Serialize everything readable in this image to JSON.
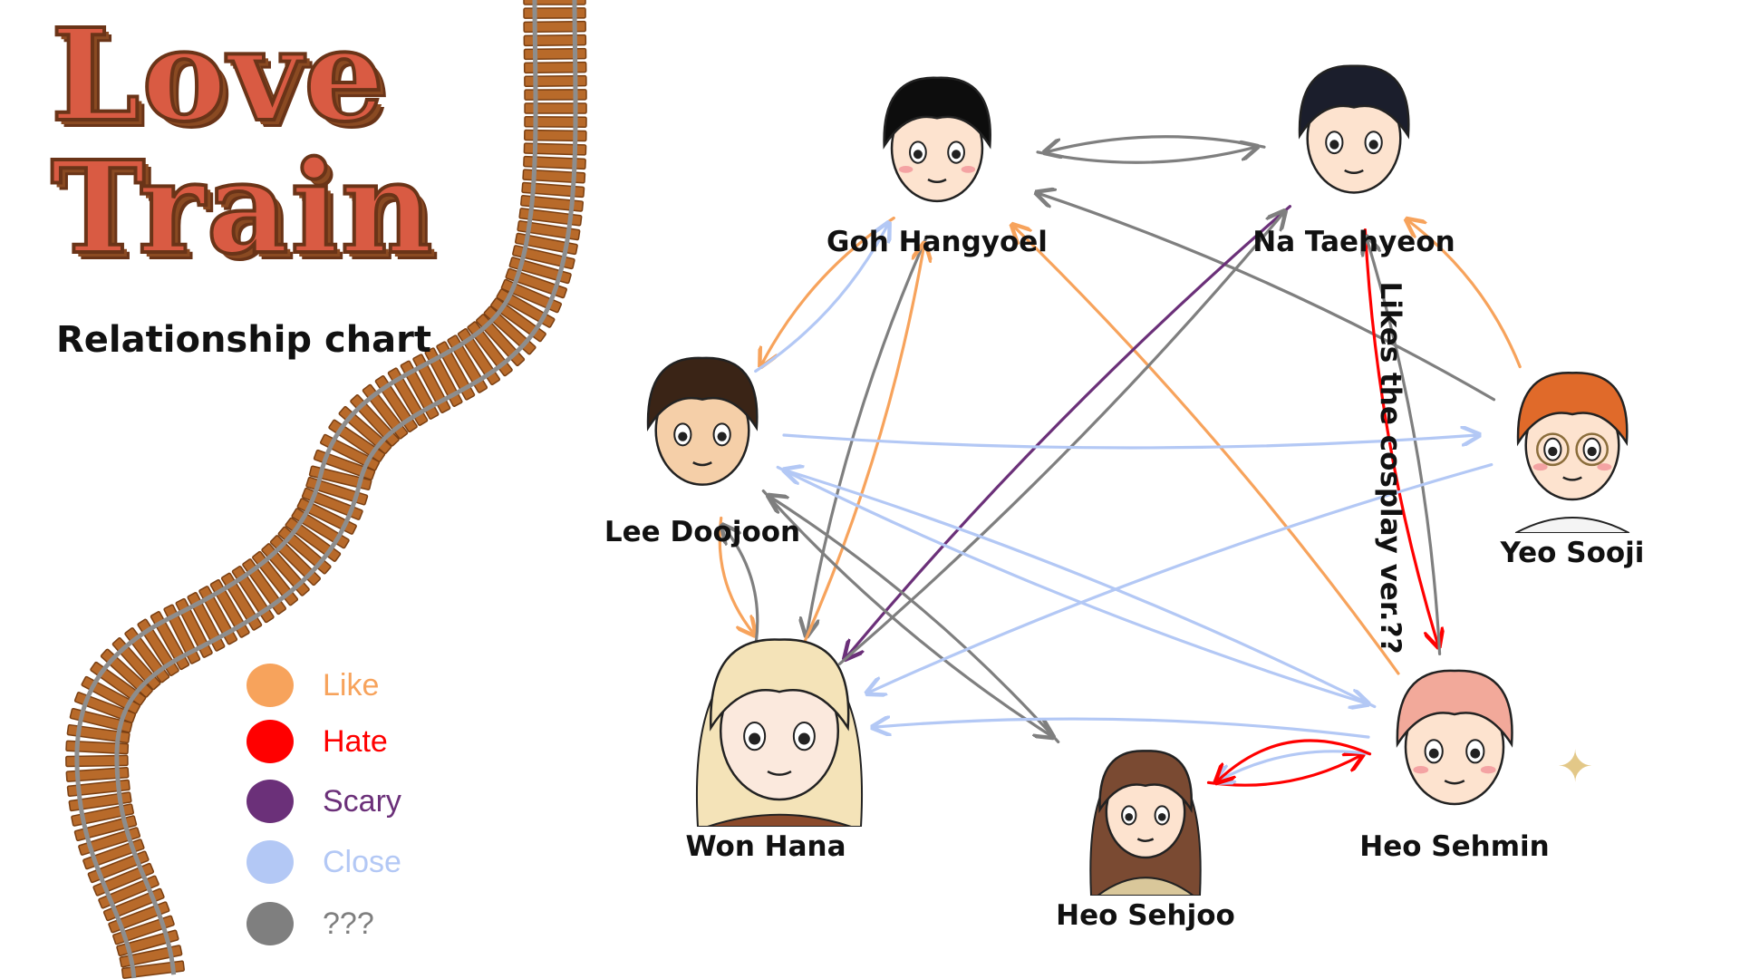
{
  "title": {
    "line1": "Love",
    "line2": "Train"
  },
  "subtitle": "Relationship chart",
  "legend": [
    {
      "label": "Like",
      "color": "#f7a35c"
    },
    {
      "label": "Hate",
      "color": "#ff0000"
    },
    {
      "label": "Scary",
      "color": "#6b3079"
    },
    {
      "label": "Close",
      "color": "#b3c8f5"
    },
    {
      "label": "???",
      "color": "#7f7f7f"
    }
  ],
  "characters": {
    "goh": {
      "name": "Goh Hangyoel",
      "hair": "#0d0d0d",
      "skin": "#fde3cf"
    },
    "na": {
      "name": "Na Taehyeon",
      "hair": "#1b1e2c",
      "skin": "#fde3cf"
    },
    "lee": {
      "name": "Lee Doojoon",
      "hair": "#3a2416",
      "skin": "#f5cfa8"
    },
    "won": {
      "name": "Won Hana",
      "hair": "#f4e3b8",
      "skin": "#fbe9dd"
    },
    "yeo": {
      "name": "Yeo Sooji",
      "hair": "#e06a2a",
      "skin": "#fde3cf"
    },
    "sehjoo": {
      "name": "Heo Sehjoo",
      "hair": "#7a4a32",
      "skin": "#fde3cf"
    },
    "sehmin": {
      "name": "Heo Sehmin",
      "hair": "#f2a99a",
      "skin": "#fde3cf"
    }
  },
  "annotation": "Likes the cosplay ver.??",
  "relationships": [
    {
      "from": "goh",
      "to": "na",
      "type": "???"
    },
    {
      "from": "na",
      "to": "goh",
      "type": "???"
    },
    {
      "from": "goh",
      "to": "lee",
      "type": "Like"
    },
    {
      "from": "lee",
      "to": "goh",
      "type": "Close"
    },
    {
      "from": "goh",
      "to": "won",
      "type": "???"
    },
    {
      "from": "won",
      "to": "goh",
      "type": "Like"
    },
    {
      "from": "sehmin",
      "to": "goh",
      "type": "Like"
    },
    {
      "from": "yeo",
      "to": "goh",
      "type": "???"
    },
    {
      "from": "yeo",
      "to": "na",
      "type": "Like"
    },
    {
      "from": "na",
      "to": "won",
      "type": "Scary"
    },
    {
      "from": "won",
      "to": "na",
      "type": "???"
    },
    {
      "from": "na",
      "to": "sehmin",
      "type": "Hate"
    },
    {
      "from": "sehmin",
      "to": "na",
      "type": "???"
    },
    {
      "from": "lee",
      "to": "won",
      "type": "Like"
    },
    {
      "from": "won",
      "to": "lee",
      "type": "???"
    },
    {
      "from": "lee",
      "to": "sehjoo",
      "type": "???"
    },
    {
      "from": "sehjoo",
      "to": "lee",
      "type": "???"
    },
    {
      "from": "lee",
      "to": "yeo",
      "type": "Close"
    },
    {
      "from": "lee",
      "to": "sehmin",
      "type": "Close"
    },
    {
      "from": "yeo",
      "to": "won",
      "type": "Close"
    },
    {
      "from": "sehmin",
      "to": "won",
      "type": "Close"
    },
    {
      "from": "sehmin",
      "to": "lee",
      "type": "Close"
    },
    {
      "from": "sehjoo",
      "to": "sehmin",
      "type": "Hate"
    },
    {
      "from": "sehmin",
      "to": "sehjoo",
      "type": "Close"
    },
    {
      "from": "sehmin",
      "to": "sehjoo",
      "type": "Hate"
    }
  ]
}
